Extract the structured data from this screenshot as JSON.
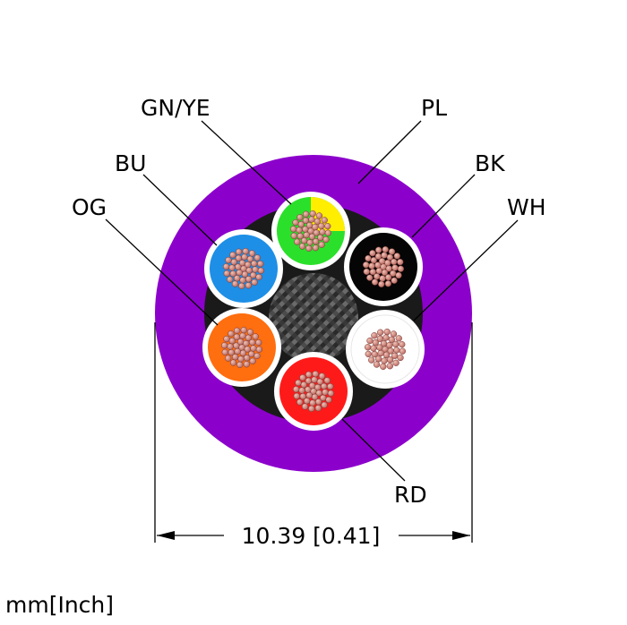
{
  "diagram": {
    "labels": {
      "gnye": "GN/YE",
      "pl": "PL",
      "bu": "BU",
      "bk": "BK",
      "og": "OG",
      "wh": "WH",
      "rd": "RD"
    },
    "dimension": "10.39 [0.41]",
    "unit": "mm[Inch]"
  },
  "colors": {
    "sheath": "#8C00CC",
    "filler": "#1A1A1A",
    "green": "#2BE02B",
    "yellow": "#FFEE00",
    "blue": "#1E8FE6",
    "black": "#050505",
    "orange": "#FF6E0F",
    "white": "#FFFFFF",
    "red": "#FF1A1A",
    "copper": "#C8736A"
  }
}
